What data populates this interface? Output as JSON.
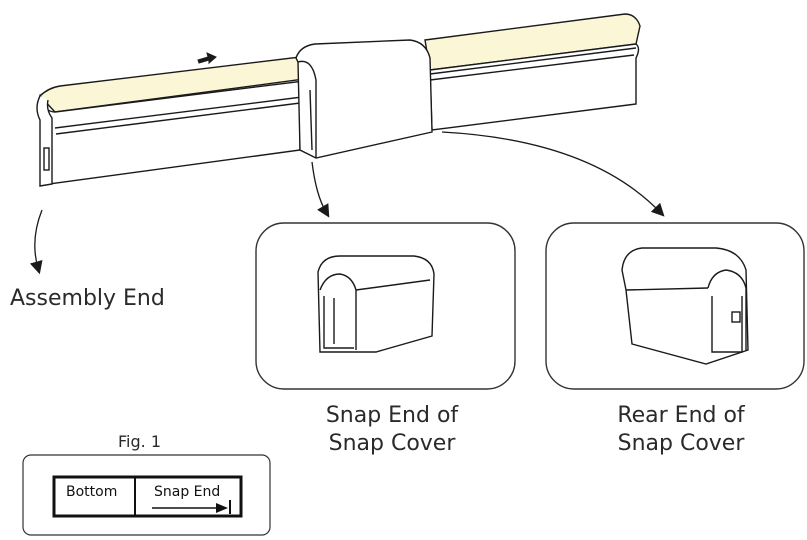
{
  "labels": {
    "assembly_end": "Assembly End",
    "snap_end_line1": "Snap End of",
    "snap_end_line2": "Snap Cover",
    "rear_end_line1": "Rear End of",
    "rear_end_line2": "Snap Cover"
  },
  "figure": {
    "title": "Fig. 1",
    "left_cell": "Bottom",
    "right_cell": "Snap End"
  },
  "colors": {
    "light_strip": "#fbf6d6",
    "outline": "#1a1a1a",
    "panel_border": "#333333"
  }
}
